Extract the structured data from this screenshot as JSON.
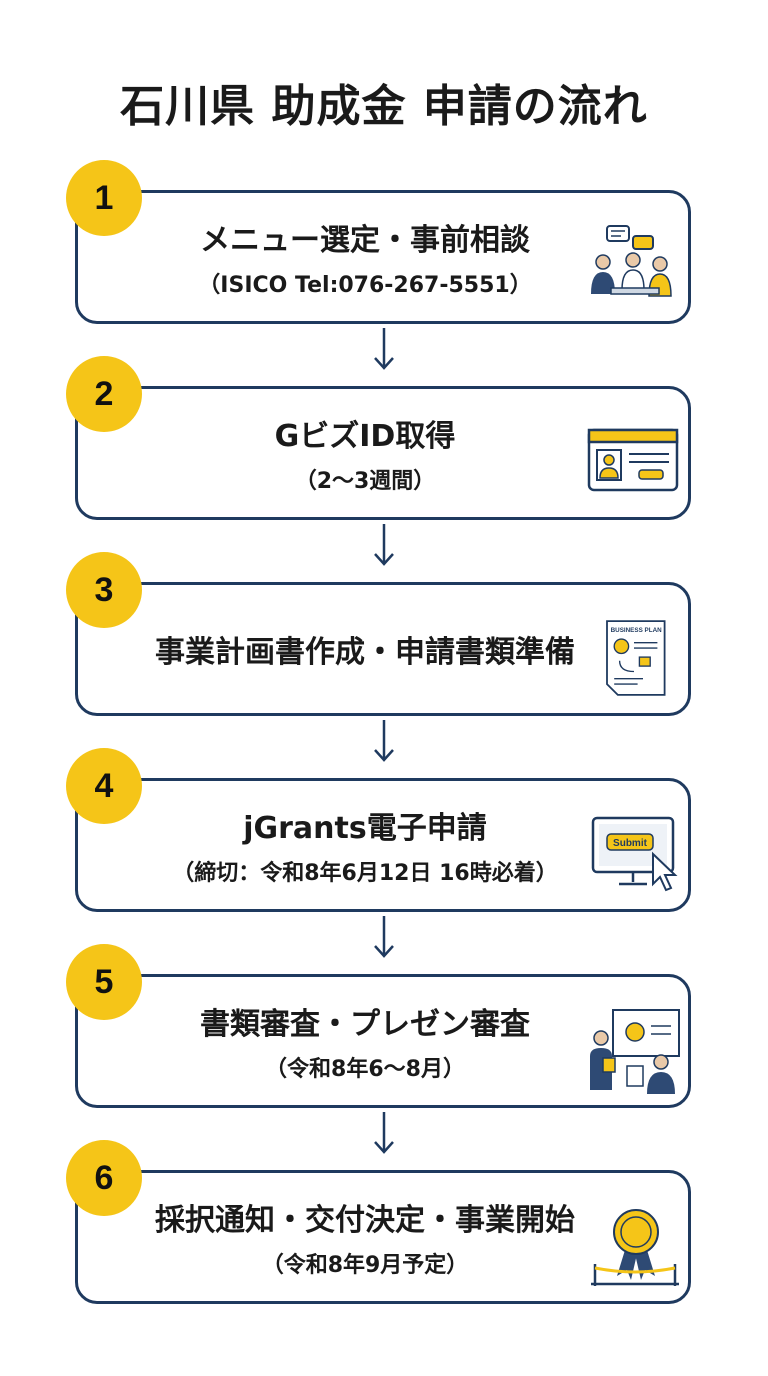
{
  "title": "石川県 助成金 申請の流れ",
  "steps": [
    {
      "number": "1",
      "main": "メニュー選定・事前相談",
      "sub": "（ISICO Tel:076-267-5551）",
      "icon": "consultation-icon"
    },
    {
      "number": "2",
      "main": "GビズID取得",
      "sub": "（2〜3週間）",
      "icon": "id-card-icon"
    },
    {
      "number": "3",
      "main": "事業計画書作成・申請書類準備",
      "sub": "",
      "icon": "business-plan-icon",
      "icon_label": "BUSINESS PLAN"
    },
    {
      "number": "4",
      "main": "jGrants電子申請",
      "sub": "（締切：令和8年6月12日 16時必着）",
      "icon": "submit-monitor-icon",
      "icon_label": "Submit"
    },
    {
      "number": "5",
      "main": "書類審査・プレゼン審査",
      "sub": "（令和8年6〜8月）",
      "icon": "presentation-icon"
    },
    {
      "number": "6",
      "main": "採択通知・交付決定・事業開始",
      "sub": "（令和8年9月予定）",
      "icon": "award-ribbon-icon"
    }
  ],
  "colors": {
    "accent": "#f5c518",
    "border": "#1f3a5f",
    "text": "#1a1a1a"
  }
}
